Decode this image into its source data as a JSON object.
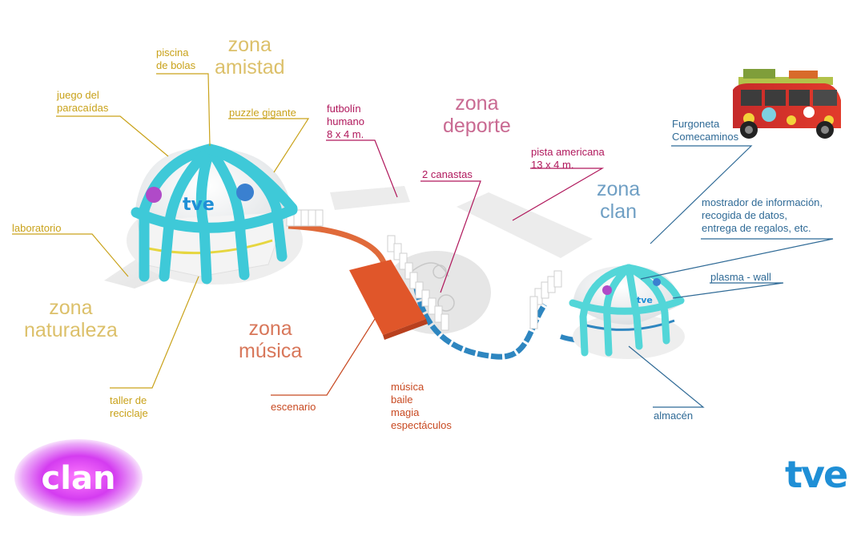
{
  "zones": {
    "amistad": "zona\namistad",
    "deporte": "zona\ndeporte",
    "clan": "zona\nclan",
    "naturaleza": "zona\nnaturaleza",
    "musica": "zona\nmúsica"
  },
  "labels": {
    "piscina": "piscina\nde bolas",
    "juego": "juego del\nparacaídas",
    "puzzle": "puzzle gigante",
    "laboratorio": "laboratorio",
    "taller": "taller de\nreciclaje",
    "futbolin": "futbolín\nhumano\n8 x 4 m.",
    "canastas": "2 canastas",
    "pista": "pista americana\n13 x 4 m.",
    "escenario": "escenario",
    "actividades": "música\nbaile\nmagia\nespectáculos",
    "furgoneta": "Furgoneta\nComecaminos",
    "mostrador": "mostrador de información,\nrecogida de datos,\nentrega de regalos, etc.",
    "plasma": "plasma - wall",
    "almacen": "almacén"
  },
  "logos": {
    "clan": "clan",
    "tve": "tve",
    "dome_tve": "tve"
  },
  "colors": {
    "amistad": "#c9a21a",
    "deporte": "#b0185c",
    "musica": "#c84a22",
    "clan": "#2f6a96",
    "dome_ribs": "#3ec9d8",
    "stage": "#e0562a",
    "path": "#2e86c0"
  }
}
